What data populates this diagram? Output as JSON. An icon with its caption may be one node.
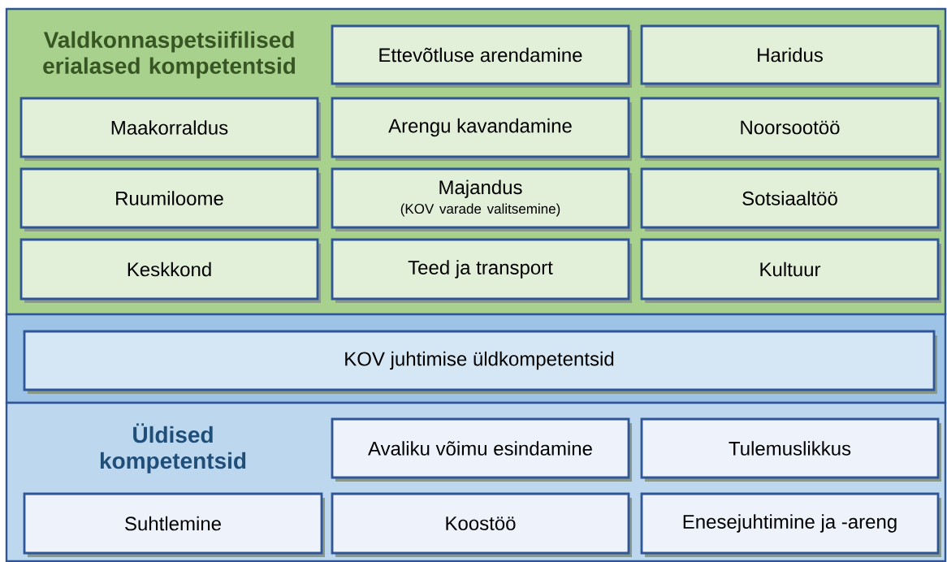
{
  "diagram": {
    "nodes": [
      {
        "text": [
          "Valdkonnaspetsiifilised erialased kompetentsid"
        ]
      },
      {
        "text": [
          "Ettevõtluse arendamine"
        ],
        "in": 0
      },
      {
        "text": [
          "Haridus"
        ],
        "in": 0
      },
      {
        "text": [
          "Maakorraldus"
        ],
        "in": 0
      },
      {
        "text": [
          "Arengu kavandamine"
        ],
        "in": 0
      },
      {
        "text": [
          "Noorsootöö"
        ],
        "in": 0
      },
      {
        "text": [
          "Ruumiloome"
        ],
        "in": 0
      },
      {
        "text": [
          "Majandus",
          "(KOV varade valitsemine)"
        ],
        "in": 0
      },
      {
        "text": [
          "Sotsiaaltöö"
        ],
        "in": 0
      },
      {
        "text": [
          "Keskkond"
        ],
        "in": 0
      },
      {
        "text": [
          "Teed ja transport"
        ],
        "in": 0
      },
      {
        "text": [
          "Kultuur"
        ],
        "in": 0
      },
      {
        "text": [],
        "shape": "bar"
      },
      {
        "text": [
          "KOV juhtimise üldkompetentsid"
        ],
        "in": 12
      },
      {
        "text": [
          "Üldised kompetentsid"
        ]
      },
      {
        "text": [
          "Avaliku võimu esindamine"
        ],
        "in": 14
      },
      {
        "text": [
          "Tulemuslikkus"
        ],
        "in": 14
      },
      {
        "text": [
          "Suhtlemine"
        ],
        "in": 14
      },
      {
        "text": [
          "Koostöö"
        ],
        "in": 14
      },
      {
        "text": [
          "Enesejuhtimine ja -areng"
        ],
        "in": 14
      }
    ],
    "edges": []
  }
}
